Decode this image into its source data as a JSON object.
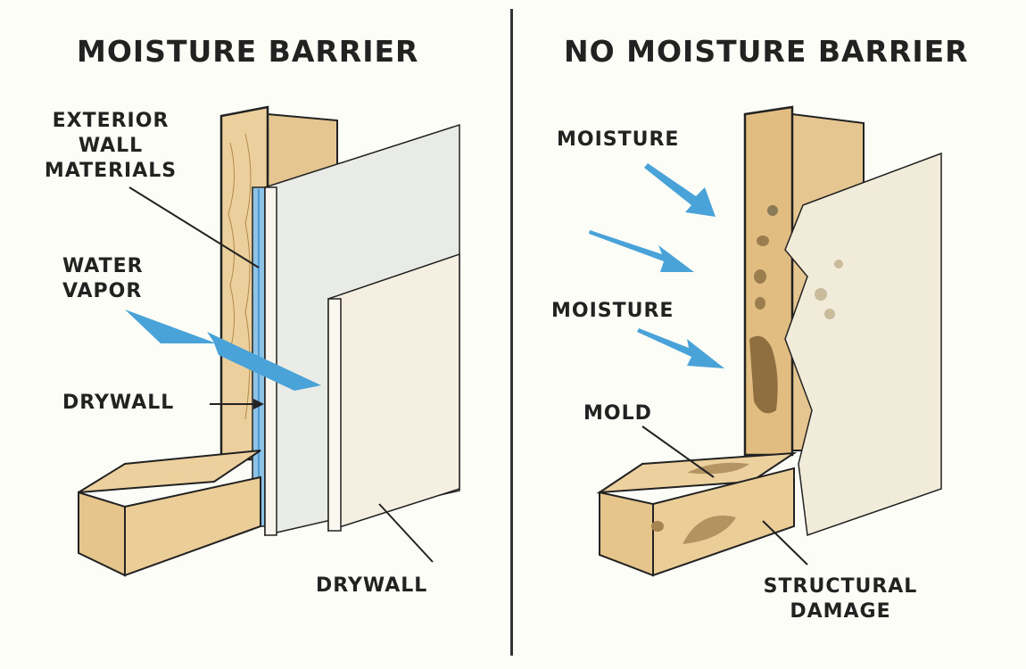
{
  "left_panel": {
    "title": "MOISTURE BARRIER",
    "labels": {
      "exterior_line1": "EXTERIOR",
      "exterior_line2": "WALL",
      "exterior_line3": "MATERIALS",
      "water_vapor_line1": "WATER",
      "water_vapor_line2": "VAPOR",
      "drywall_left": "DRYWALL",
      "drywall_bottom": "DRYWALL"
    }
  },
  "right_panel": {
    "title": "NO MOISTURE BARRIER",
    "labels": {
      "moisture_top": "MOISTURE",
      "moisture_mid": "MOISTURE",
      "mold": "MOLD",
      "structural_line1": "STRUCTURAL",
      "structural_line2": "DAMAGE"
    }
  },
  "colors": {
    "background": "#fdfdf7",
    "wood": "#e8c994",
    "wood_dark": "#d9b57a",
    "barrier_blue": "#8ec3e6",
    "arrow_blue": "#4aa3d8",
    "drywall": "#f4f1e6",
    "mold": "#8a6a3c",
    "ink": "#222222"
  }
}
